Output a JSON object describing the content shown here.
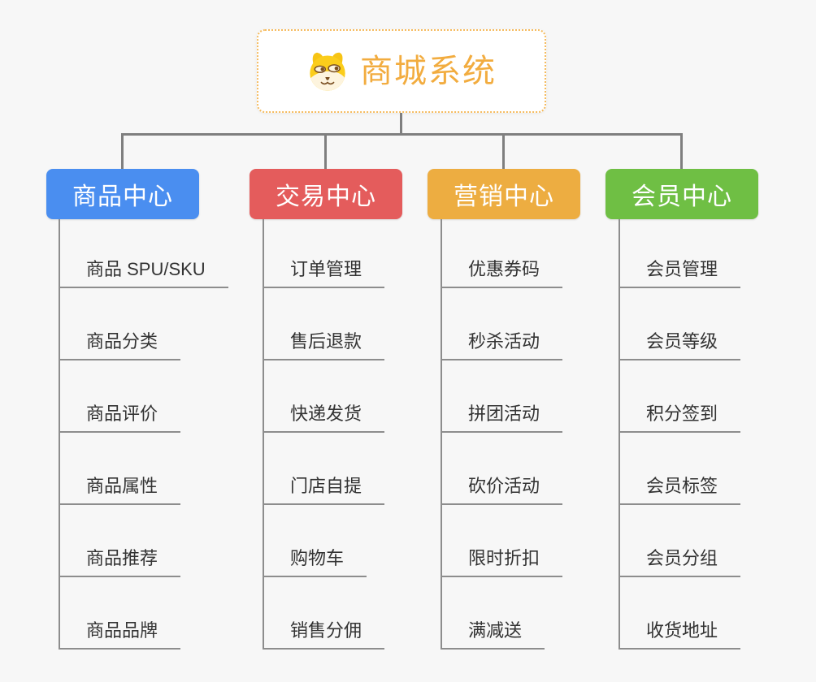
{
  "root": {
    "title": "商城系统",
    "icon": "shiba-dog-icon"
  },
  "branches": [
    {
      "label": "商品中心",
      "color": "#4a8ef0",
      "items": [
        "商品 SPU/SKU",
        "商品分类",
        "商品评价",
        "商品属性",
        "商品推荐",
        "商品品牌"
      ]
    },
    {
      "label": "交易中心",
      "color": "#e45c5c",
      "items": [
        "订单管理",
        "售后退款",
        "快递发货",
        "门店自提",
        "购物车",
        "销售分佣"
      ]
    },
    {
      "label": "营销中心",
      "color": "#edad41",
      "items": [
        "优惠券码",
        "秒杀活动",
        "拼团活动",
        "砍价活动",
        "限时折扣",
        "满减送"
      ]
    },
    {
      "label": "会员中心",
      "color": "#6fbf44",
      "items": [
        "会员管理",
        "会员等级",
        "积分签到",
        "会员标签",
        "会员分组",
        "收货地址"
      ]
    }
  ],
  "colors": {
    "background": "#f7f7f7",
    "connector": "#7f7f7f",
    "branch_line": "#8d8d8d",
    "item_text": "#333333",
    "root_accent": "#f2ac3f",
    "root_border": "#f5bb5e"
  }
}
